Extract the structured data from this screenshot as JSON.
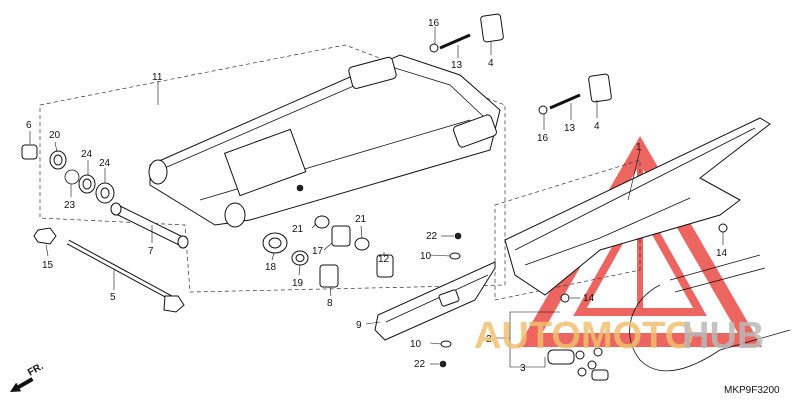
{
  "diagram_code": "MKP9F3200",
  "direction_label": "FR.",
  "watermark": {
    "word_a": "AUTOMOTO",
    "word_b": "HUB",
    "color_a": "#f0c070",
    "color_b": "#b9b9b9",
    "mark_color": "#e8322c"
  },
  "callouts": {
    "c1": "1",
    "c2": "2",
    "c3": "3",
    "c4a": "4",
    "c4b": "4",
    "c5": "5",
    "c6": "6",
    "c7": "7",
    "c8": "8",
    "c9": "9",
    "c10a": "10",
    "c10b": "10",
    "c11": "11",
    "c12": "12",
    "c13a": "13",
    "c13b": "13",
    "c14a": "14",
    "c14b": "14",
    "c15": "15",
    "c16a": "16",
    "c16b": "16",
    "c17": "17",
    "c18": "18",
    "c19": "19",
    "c20": "20",
    "c21a": "21",
    "c21b": "21",
    "c22a": "22",
    "c22b": "22",
    "c23": "23",
    "c24a": "24",
    "c24b": "24"
  }
}
